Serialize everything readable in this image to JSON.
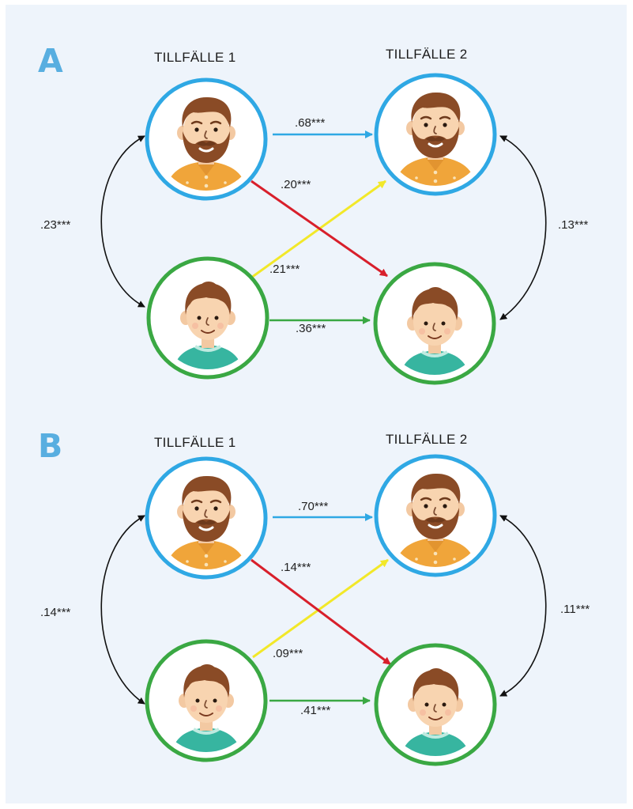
{
  "panels": [
    {
      "letter": "A",
      "occasion1": "TILLFÄLLE 1",
      "occasion2": "TILLFÄLLE 2",
      "coef": {
        "father_stability": ".68***",
        "father_to_child": ".20***",
        "child_to_father": ".21***",
        "child_stability": ".36***",
        "t1_correlation": ".23***",
        "t2_correlation": ".13***"
      }
    },
    {
      "letter": "B",
      "occasion1": "TILLFÄLLE 1",
      "occasion2": "TILLFÄLLE 2",
      "coef": {
        "father_stability": ".70***",
        "father_to_child": ".14***",
        "child_to_father": ".09***",
        "child_stability": ".41***",
        "t1_correlation": ".14***",
        "t2_correlation": ".11***"
      }
    }
  ],
  "colors": {
    "father_ring": "#2fa8e4",
    "child_ring": "#3aa843",
    "father_to_child_arrow": "#d81f2b",
    "child_to_father_arrow": "#f2e829",
    "correlation_arrow": "#111111",
    "panel_letter": "#58aee0"
  }
}
